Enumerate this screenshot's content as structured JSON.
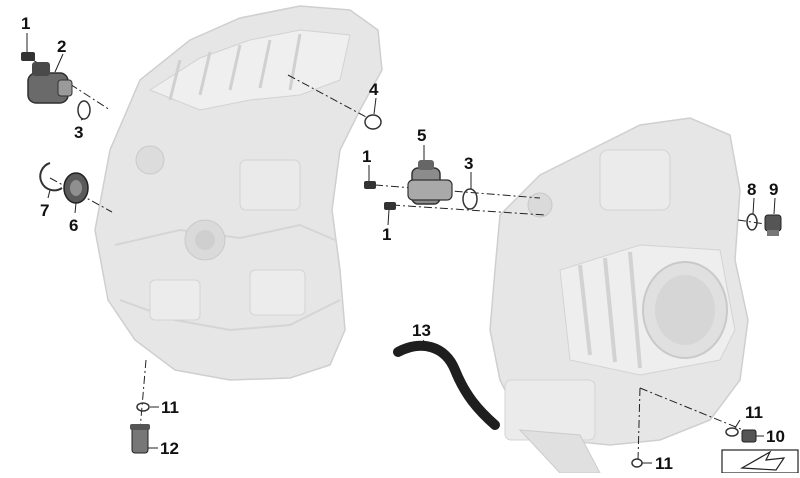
{
  "diagram": {
    "callouts": [
      {
        "id": "c1a",
        "text": "1"
      },
      {
        "id": "c2",
        "text": "2"
      },
      {
        "id": "c3a",
        "text": "3"
      },
      {
        "id": "c4",
        "text": "4"
      },
      {
        "id": "c7",
        "text": "7"
      },
      {
        "id": "c6",
        "text": "6"
      },
      {
        "id": "c5",
        "text": "5"
      },
      {
        "id": "c1b",
        "text": "1"
      },
      {
        "id": "c3b",
        "text": "3"
      },
      {
        "id": "c1c",
        "text": "1"
      },
      {
        "id": "c8",
        "text": "8"
      },
      {
        "id": "c9",
        "text": "9"
      },
      {
        "id": "c13",
        "text": "13"
      },
      {
        "id": "c11a",
        "text": "11"
      },
      {
        "id": "c12",
        "text": "12"
      },
      {
        "id": "c11b",
        "text": "11"
      },
      {
        "id": "c10",
        "text": "10"
      },
      {
        "id": "c11c",
        "text": "11"
      }
    ],
    "colors": {
      "housing": "#e3e3e3",
      "housing_edge": "#c8c8c8",
      "part": "#3c3c3c",
      "text": "#111111"
    }
  }
}
